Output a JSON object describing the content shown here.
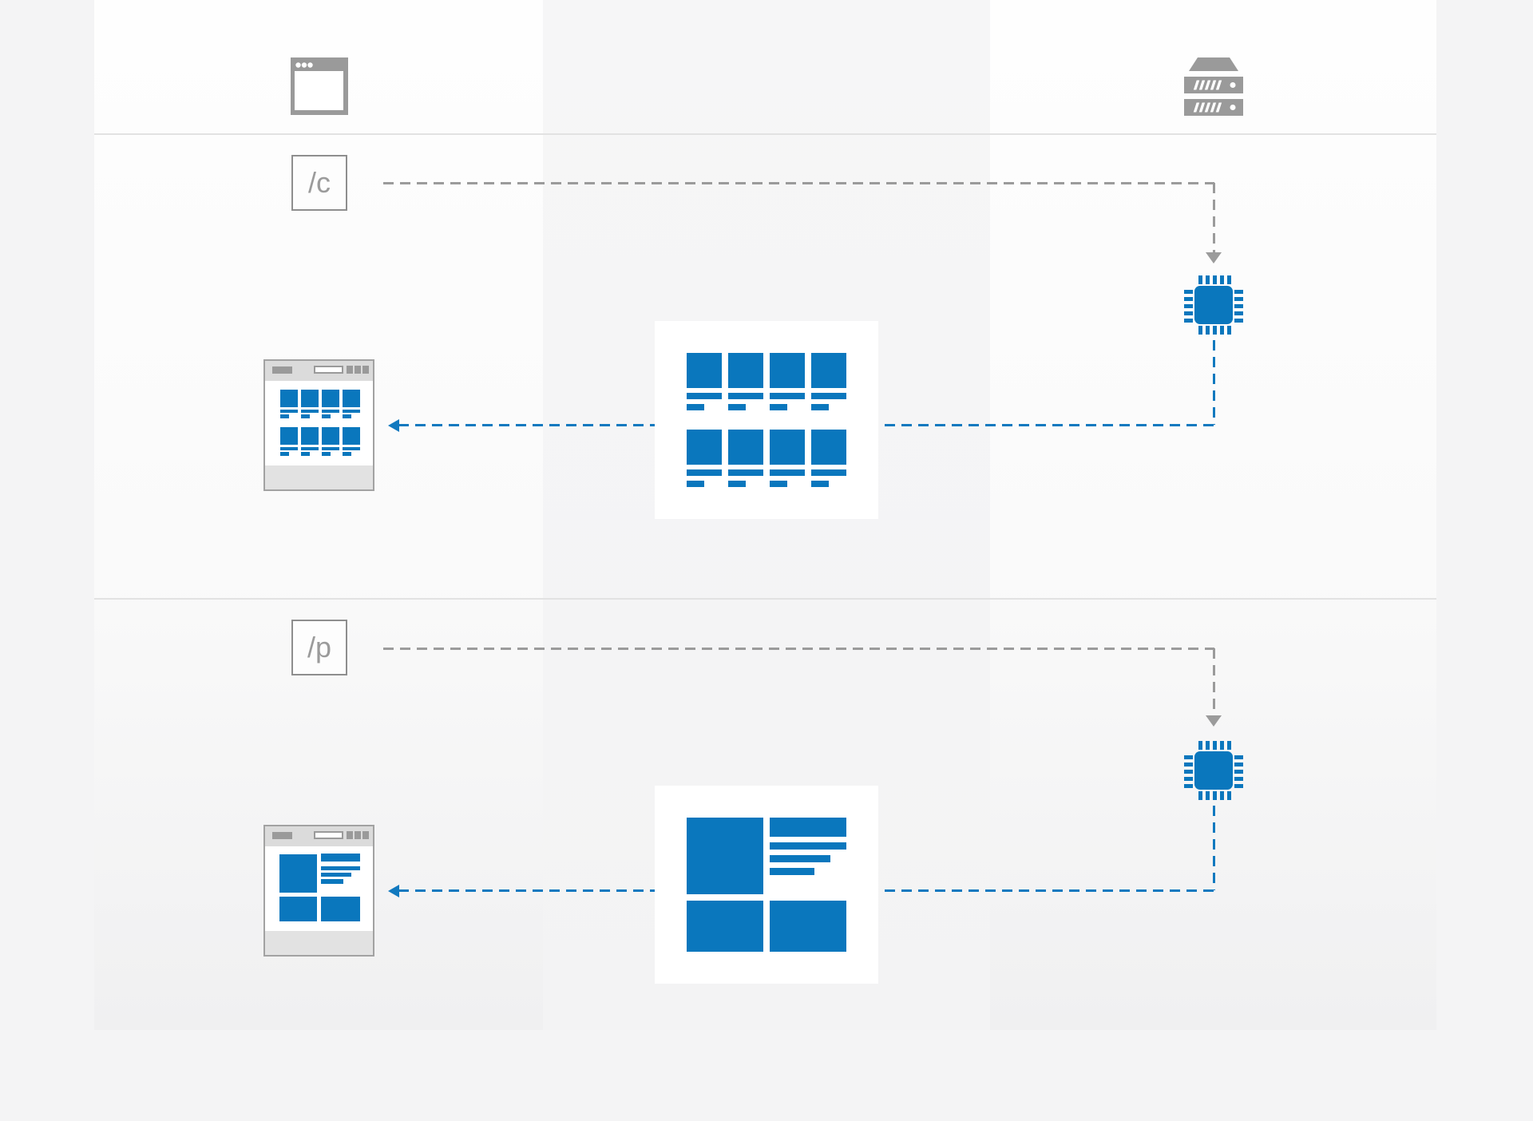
{
  "palette": {
    "blue_fill": "#0a77bd",
    "blue_line": "#1179bf",
    "icon_gray": "#9a9a9a",
    "line_gray": "#9b9b9b",
    "divider_gray": "#e2e2e2",
    "band_light": "#fbfbfb",
    "band_mid": "#f5f5f6"
  },
  "header": {
    "client_icon": "browser-window-icon",
    "server_icon": "server-rack-icon"
  },
  "flows": [
    {
      "request_label": "/c",
      "request_arrow": "gray-dashed-to-server",
      "processor_icon": "chip-icon",
      "response_arrow": "blue-dashed-to-browser",
      "render_card_icon": "listing-grid-card",
      "browser_page_icon": "browser-listing-grid-page",
      "grid_tiles": 8
    },
    {
      "request_label": "/p",
      "request_arrow": "gray-dashed-to-server",
      "processor_icon": "chip-icon",
      "response_arrow": "blue-dashed-to-browser",
      "render_card_icon": "detail-page-card",
      "browser_page_icon": "browser-detail-page"
    }
  ]
}
